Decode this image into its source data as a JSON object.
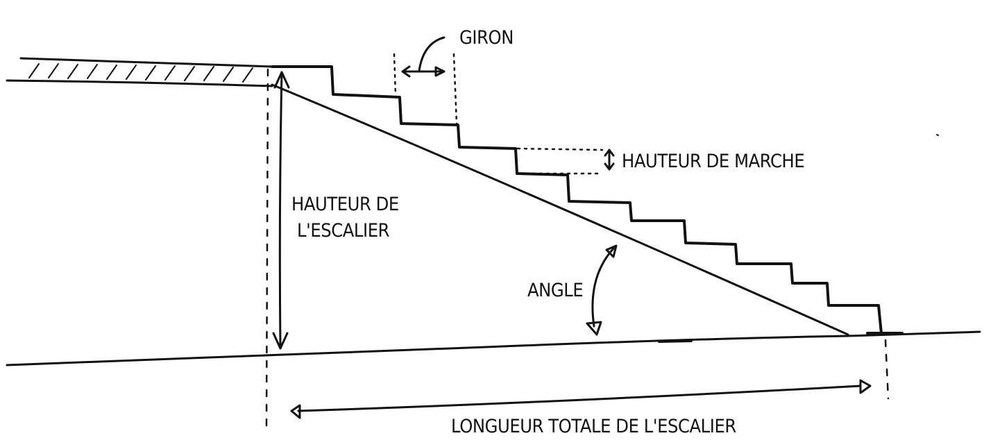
{
  "labels": {
    "giron": "GIRON",
    "hauteur_marche": "HAUTEUR DE MARCHE",
    "hauteur_escalier_line1": "HAUTEUR DE",
    "hauteur_escalier_line2": "L'ESCALIER",
    "angle": "ANGLE",
    "longueur_totale": "LONGUEUR TOTALE DE L'ESCALIER"
  }
}
